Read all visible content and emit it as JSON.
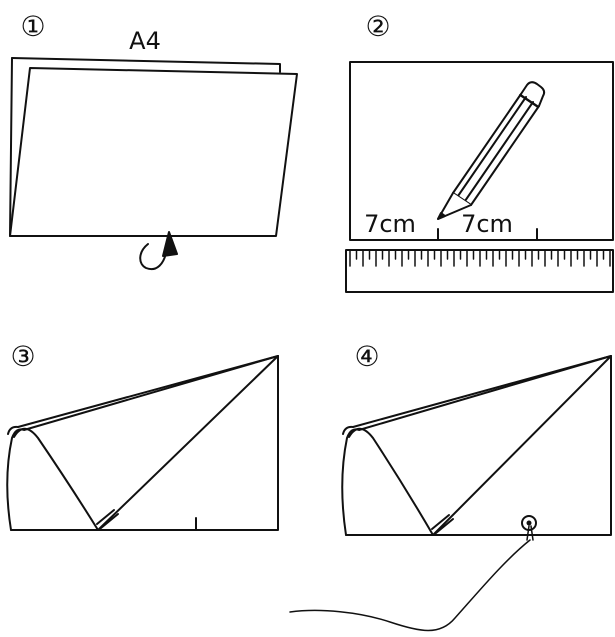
{
  "steps": [
    {
      "number": "①",
      "label": "A4"
    },
    {
      "number": "②",
      "left_measure": "7cm",
      "right_measure": "7cm"
    },
    {
      "number": "③"
    },
    {
      "number": "④"
    }
  ],
  "colors": {
    "stroke": "#111111",
    "fill": "#ffffff"
  }
}
